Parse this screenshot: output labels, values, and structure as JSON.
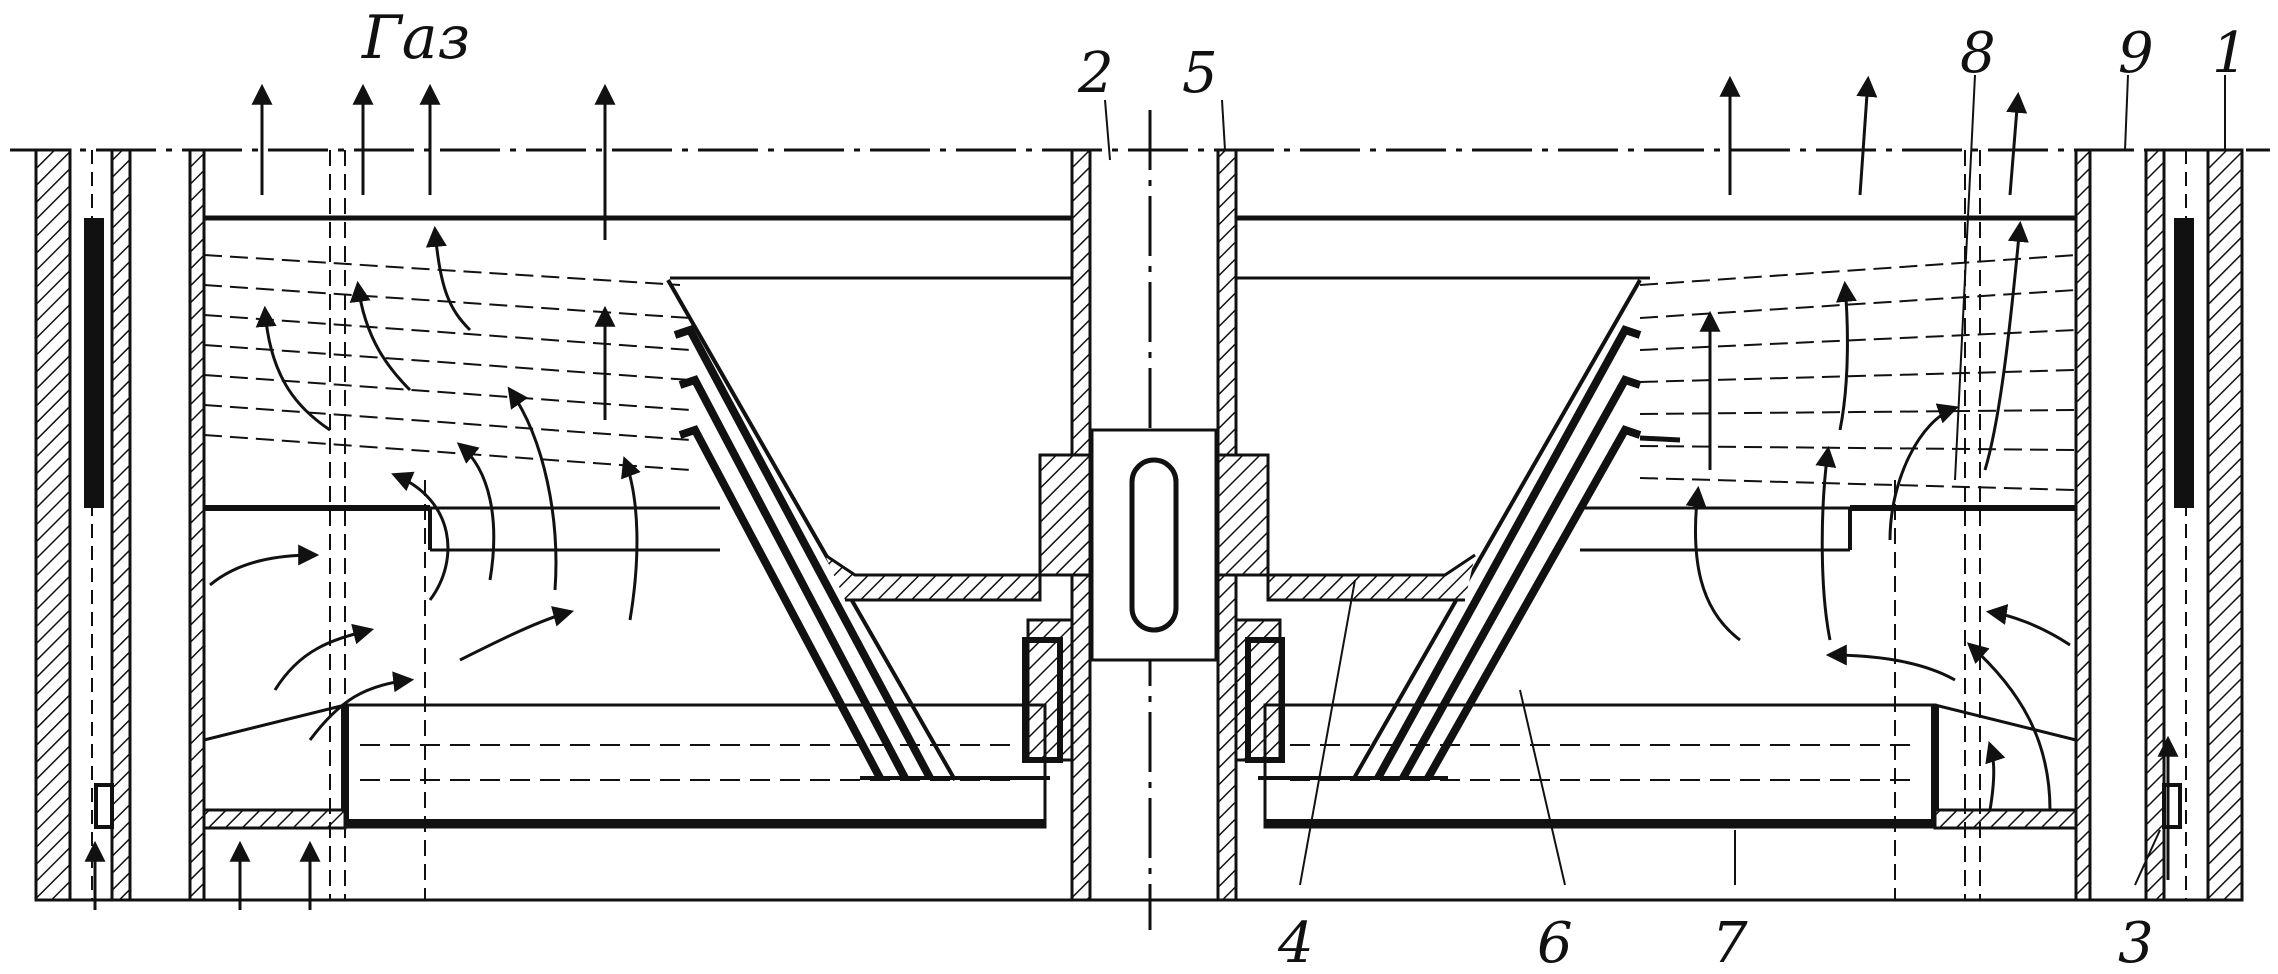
{
  "title": "Газ",
  "callouts": {
    "n1": "1",
    "n2": "2",
    "n3": "3",
    "n4": "4",
    "n5": "5",
    "n6": "6",
    "n7": "7",
    "n8": "8",
    "n9": "9"
  },
  "colors": {
    "ink": "#111111",
    "background": "#ffffff"
  }
}
